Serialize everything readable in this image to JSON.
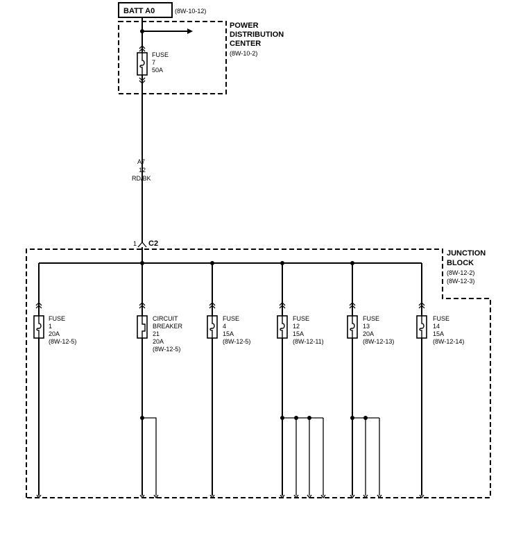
{
  "batt": {
    "label": "BATT A0",
    "ref": "(8W-10-12)"
  },
  "pdc": {
    "line1": "POWER",
    "line2": "DISTRIBUTION",
    "line3": "CENTER",
    "ref": "(8W-10-2)"
  },
  "pdc_fuse": {
    "type": "FUSE",
    "number": "7",
    "rating": "50A"
  },
  "wire": {
    "circuit": "A7",
    "gauge": "12",
    "color": "RD/BK"
  },
  "connector": {
    "pin": "1",
    "name": "C2"
  },
  "junction_block": {
    "line1": "JUNCTION",
    "line2": "BLOCK",
    "ref1": "(8W-12-2)",
    "ref2": "(8W-12-3)"
  },
  "branches": [
    {
      "line1": "FUSE",
      "line2": "1",
      "line3": "20A",
      "line4": "(8W-12-5)"
    },
    {
      "line1": "CIRCUIT",
      "line2": "BREAKER",
      "line3": "21",
      "line4": "20A",
      "line5": "(8W-12-5)"
    },
    {
      "line1": "FUSE",
      "line2": "4",
      "line3": "15A",
      "line4": "(8W-12-5)"
    },
    {
      "line1": "FUSE",
      "line2": "12",
      "line3": "15A",
      "line4": "(8W-12-11)"
    },
    {
      "line1": "FUSE",
      "line2": "13",
      "line3": "20A",
      "line4": "(8W-12-13)"
    },
    {
      "line1": "FUSE",
      "line2": "14",
      "line3": "15A",
      "line4": "(8W-12-14)"
    }
  ]
}
